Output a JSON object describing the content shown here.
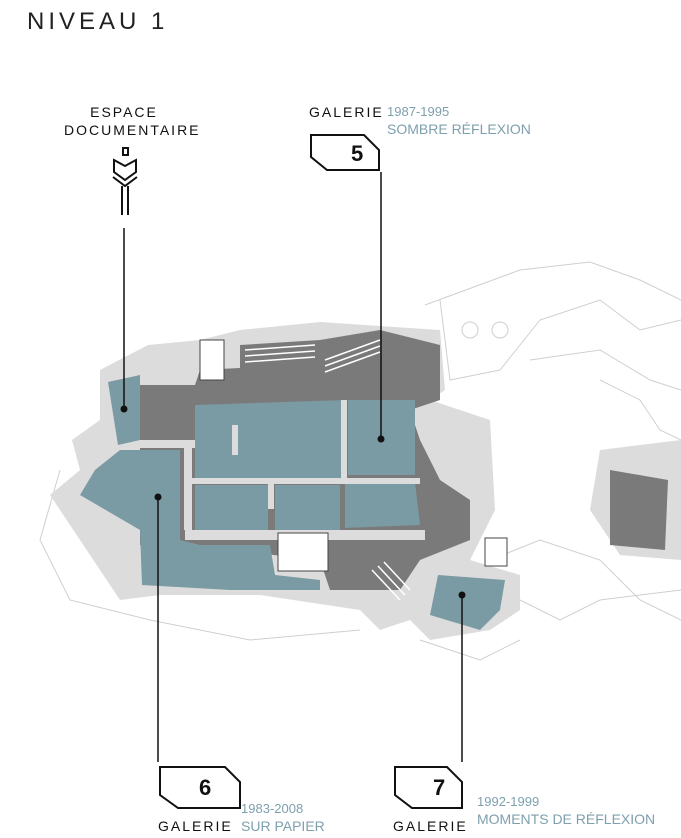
{
  "title": "NIVEAU 1",
  "colors": {
    "gallery": "#7a9aa4",
    "wall": "#7a7a7a",
    "floor": "#dcdcdc",
    "label": "#7ea0ae"
  },
  "espace": {
    "line1": "ESPACE",
    "line2": "DOCUMENTAIRE",
    "icon": "reading-person-icon"
  },
  "galleries": [
    {
      "number": "5",
      "label": "GALERIE",
      "years": "1987-1995",
      "name": "SOMBRE RÉFLEXION"
    },
    {
      "number": "6",
      "label": "GALERIE",
      "years": "1983-2008",
      "name": "SUR PAPIER"
    },
    {
      "number": "7",
      "label": "GALERIE",
      "years": "1992-1999",
      "name": "MOMENTS DE RÉFLEXION"
    }
  ]
}
